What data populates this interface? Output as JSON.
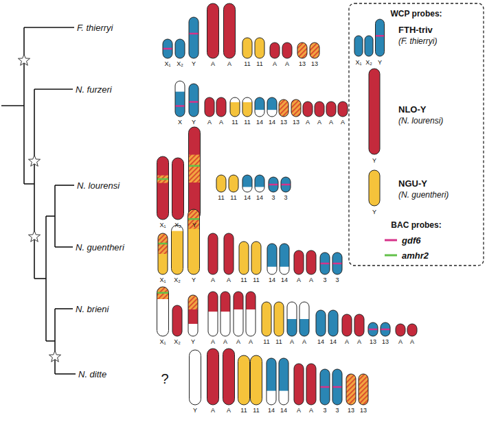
{
  "diagram": {
    "labels": [
      "F. thierryi",
      "N. furzeri",
      "N. lourensi",
      "N. guentheri",
      "N. brieni",
      "N. ditte",
      "X₁",
      "X₂",
      "Y",
      "A",
      "A",
      "11",
      "11",
      "A",
      "A",
      "13",
      "13",
      "X",
      "Y",
      "A",
      "A",
      "11",
      "11",
      "14",
      "14",
      "13",
      "13",
      "A",
      "A",
      "A",
      "A",
      "X₁",
      "X₂",
      "Y",
      "11",
      "11",
      "14",
      "14",
      "3",
      "3",
      "X₁",
      "X₂",
      "Y",
      "A",
      "A",
      "11",
      "11",
      "14",
      "14",
      "A",
      "A",
      "3",
      "3",
      "X₁",
      "X₂",
      "Y",
      "A",
      "A",
      "A",
      "A",
      "11",
      "11",
      "A",
      "A",
      "14",
      "14",
      "A",
      "A",
      "13",
      "13",
      "A",
      "A",
      "Y",
      "A",
      "A",
      "11",
      "11",
      "14",
      "14",
      "A",
      "A",
      "3",
      "3",
      "13",
      "13",
      "?",
      "WCP probes:",
      "X₁",
      "X₂",
      "Y",
      "(F. thierryi)",
      "Y",
      "(N. lourensi)",
      "Y",
      "(N. guentheri)",
      "BAC probes:"
    ],
    "legend": [
      {
        "text": "FTH-triv",
        "color": "#2a86b4"
      },
      {
        "text": "NLO-Y",
        "color": "#c42a3c"
      },
      {
        "text": "NGU-Y",
        "color": "#f5c33b"
      },
      {
        "text": "gdf6"
      },
      {
        "text": "amhr2"
      }
    ]
  }
}
